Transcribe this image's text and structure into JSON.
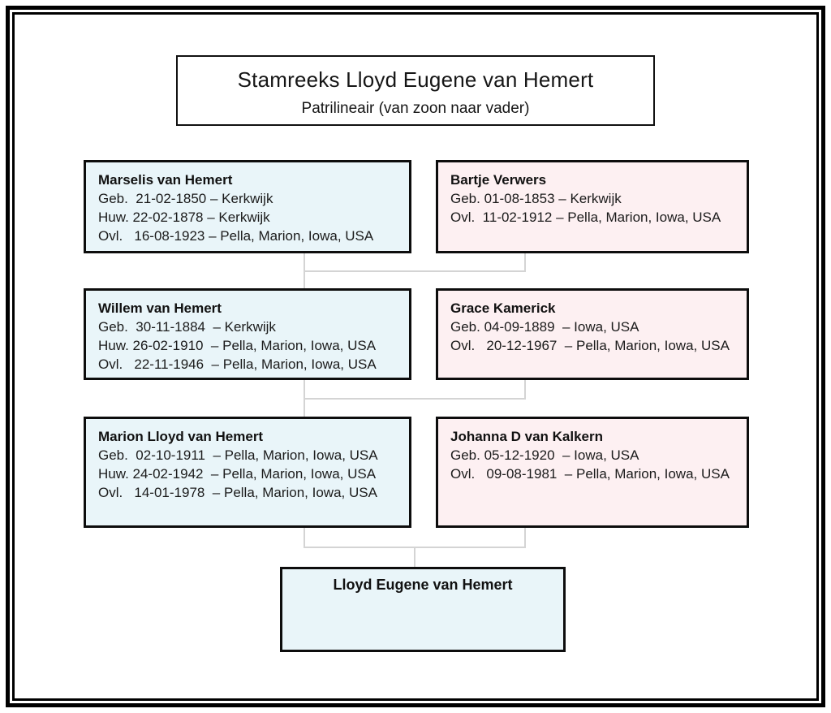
{
  "title": {
    "main": "Stamreeks Lloyd Eugene van Hemert",
    "subtitle": "Patrilineair (van zoon naar vader)"
  },
  "colors": {
    "male_fill": "#e9f5f9",
    "female_fill": "#fdf0f2",
    "box_border": "#0d0d0d",
    "frame_border": "#000000",
    "connector": "#d4d4d4"
  },
  "generations": [
    {
      "father": {
        "name": "Marselis van Hemert",
        "lines": [
          "Geb.  21-02-1850 – Kerkwijk",
          "Huw. 22-02-1878 – Kerkwijk",
          "Ovl.   16-08-1923 – Pella, Marion, Iowa, USA"
        ]
      },
      "mother": {
        "name": "Bartje Verwers",
        "lines": [
          "Geb. 01-08-1853 – Kerkwijk",
          "Ovl.  11-02-1912 – Pella, Marion, Iowa, USA"
        ]
      }
    },
    {
      "father": {
        "name": "Willem van Hemert",
        "lines": [
          "Geb.  30-11-1884  – Kerkwijk",
          "Huw. 26-02-1910  – Pella, Marion, Iowa, USA",
          "Ovl.   22-11-1946  – Pella, Marion, Iowa, USA"
        ]
      },
      "mother": {
        "name": "Grace Kamerick",
        "lines": [
          "Geb. 04-09-1889  – Iowa, USA",
          "Ovl.   20-12-1967  – Pella, Marion, Iowa, USA"
        ]
      }
    },
    {
      "father": {
        "name": "Marion Lloyd van Hemert",
        "lines": [
          "Geb.  02-10-1911  – Pella, Marion, Iowa, USA",
          "Huw. 24-02-1942  – Pella, Marion, Iowa, USA",
          "Ovl.   14-01-1978  – Pella, Marion, Iowa, USA"
        ]
      },
      "mother": {
        "name": "Johanna D van Kalkern",
        "lines": [
          "Geb. 05-12-1920  – Iowa, USA",
          "Ovl.   09-08-1981  – Pella, Marion, Iowa, USA"
        ]
      }
    }
  ],
  "subject": {
    "name": "Lloyd Eugene van Hemert"
  }
}
